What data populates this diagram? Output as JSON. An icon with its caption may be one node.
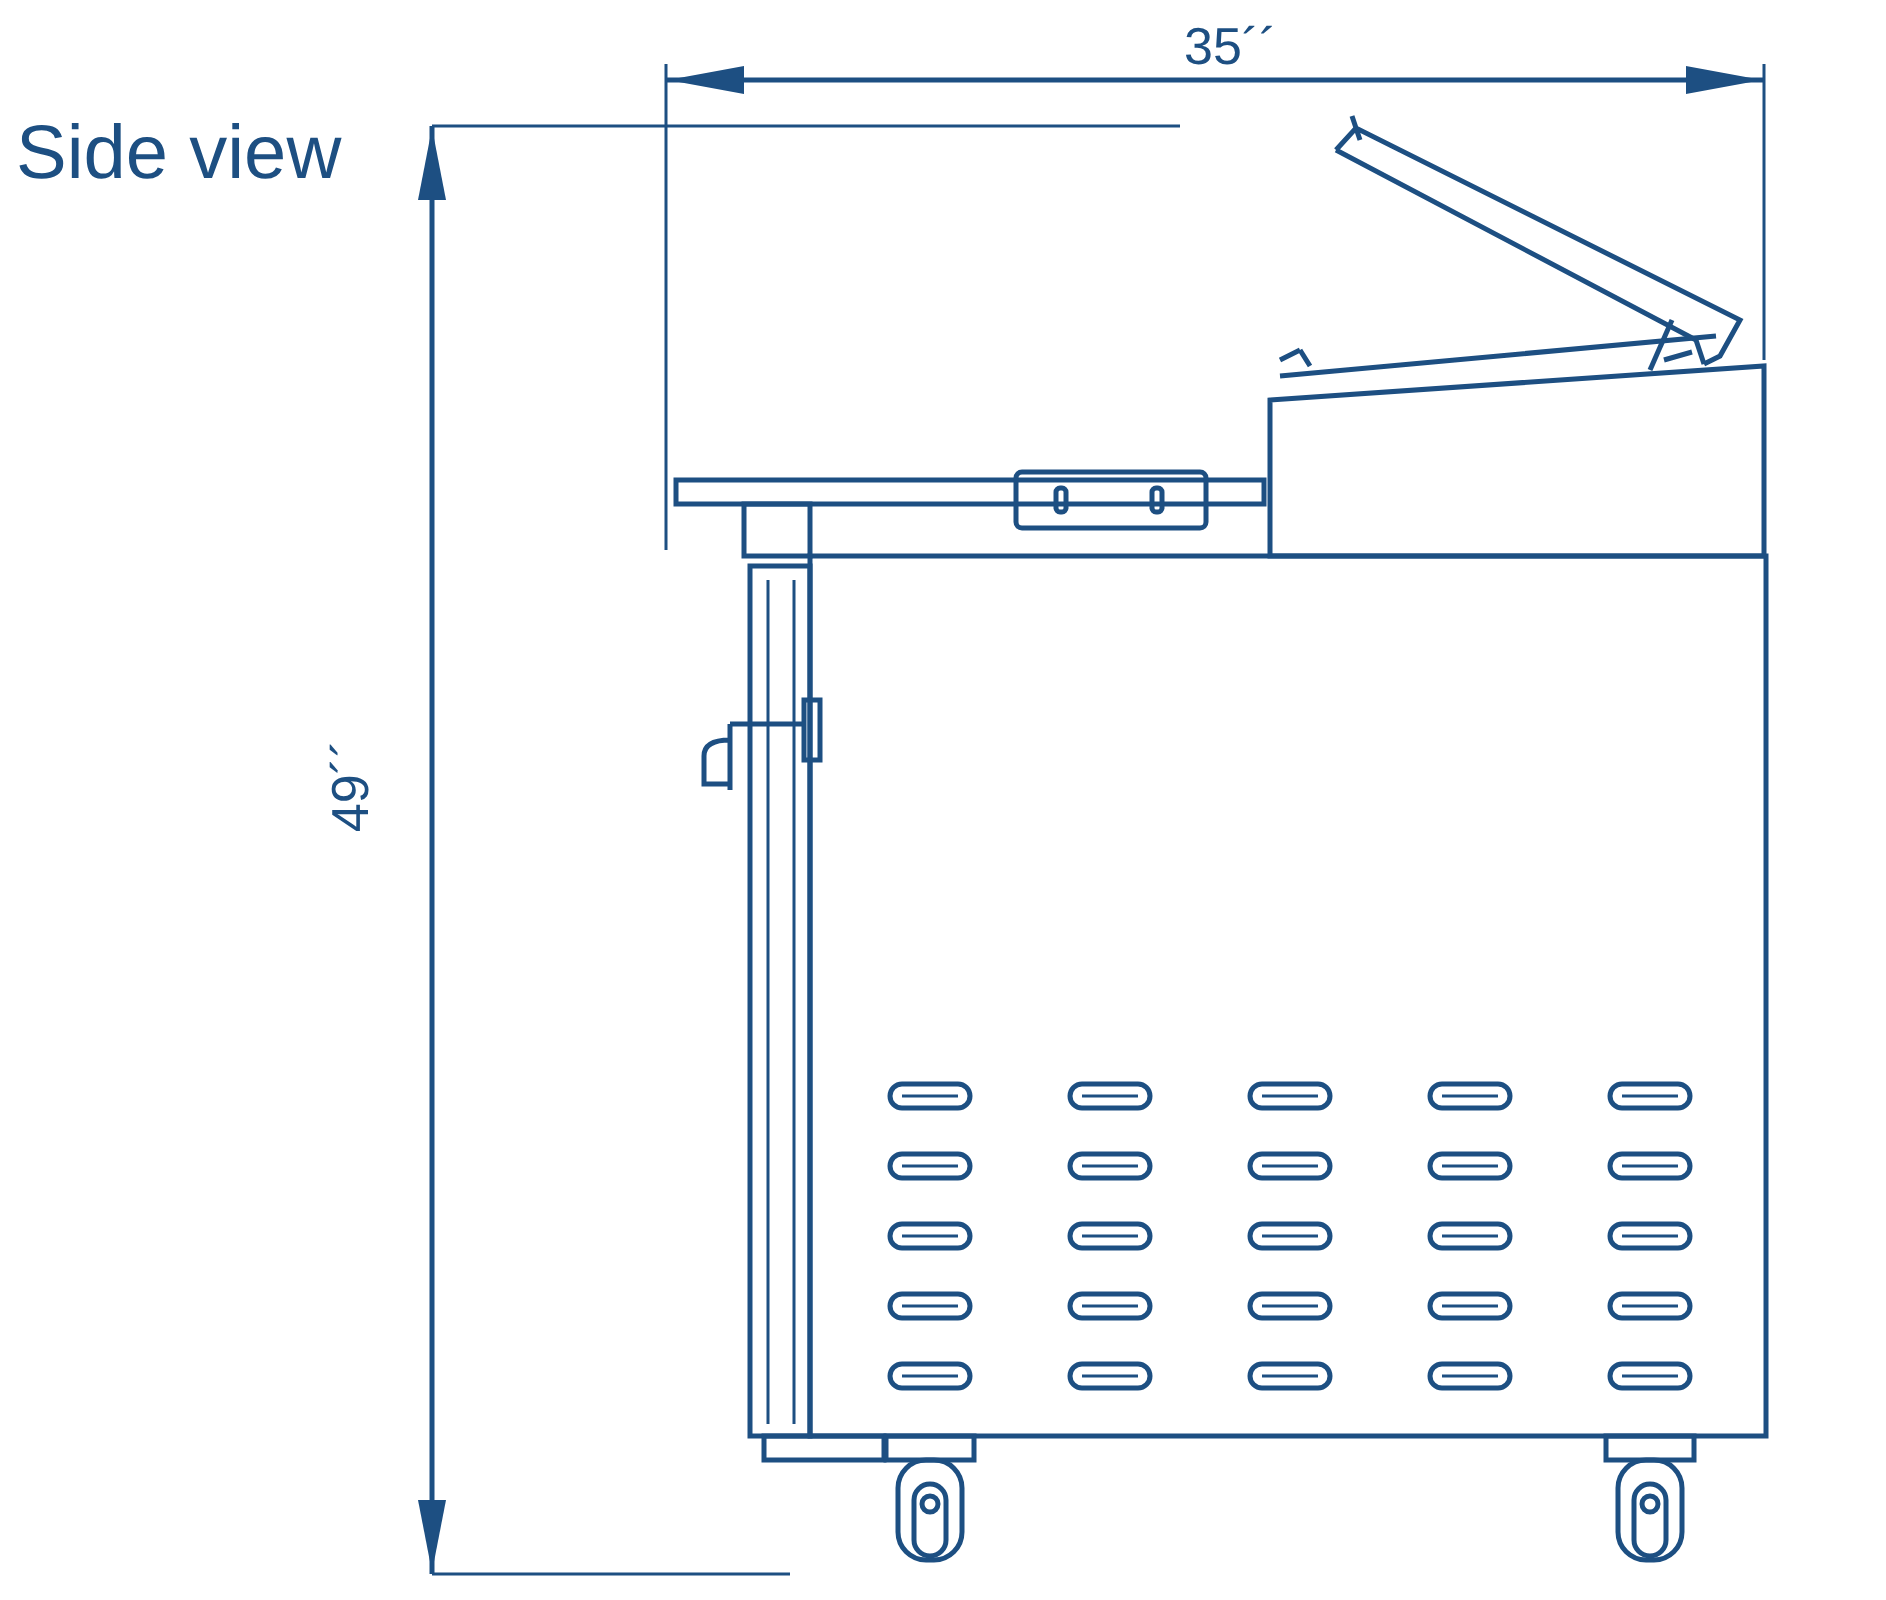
{
  "diagram": {
    "title": "Side view",
    "labels": [
      "35´´",
      "49´´"
    ]
  }
}
